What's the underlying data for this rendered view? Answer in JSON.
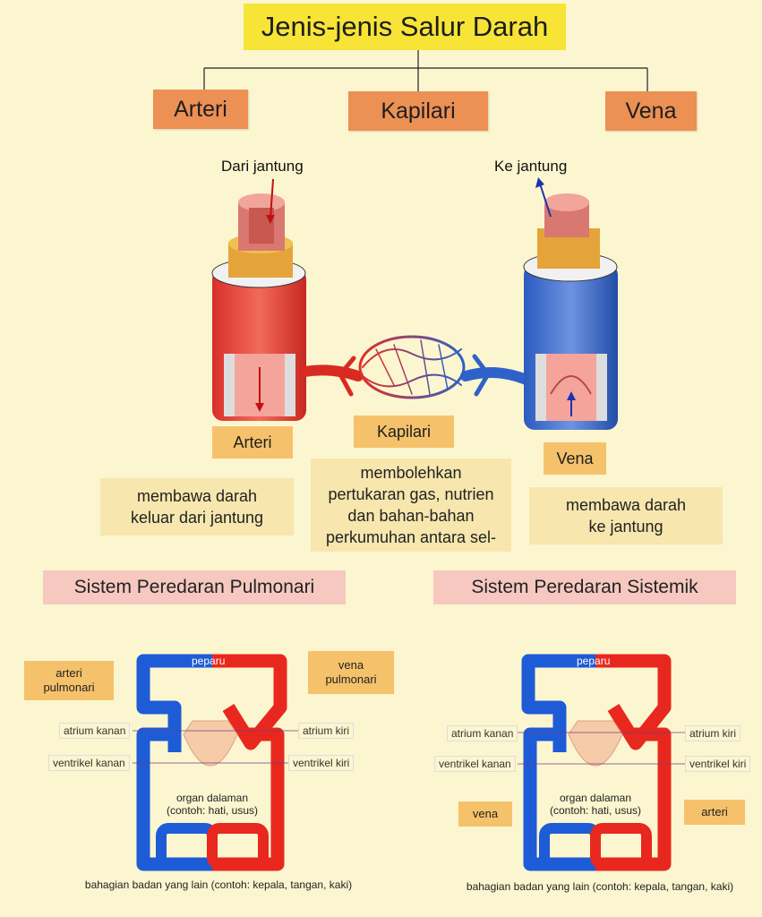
{
  "title": "Jenis-jenis Salur Darah",
  "categories": {
    "arteri": "Arteri",
    "kapilari": "Kapilari",
    "vena": "Vena"
  },
  "flow": {
    "from_heart": "Dari jantung",
    "to_heart": "Ke jantung"
  },
  "vessel_tags": {
    "arteri": "Arteri",
    "kapilari": "Kapilari",
    "vena": "Vena"
  },
  "descriptions": {
    "arteri": [
      "membawa darah",
      "keluar dari jantung"
    ],
    "kapilari": [
      "membolehkan",
      "pertukaran gas, nutrien",
      "dan bahan-bahan",
      "perkumuhan antara sel-"
    ],
    "vena": [
      "membawa darah",
      "ke jantung"
    ]
  },
  "systems": {
    "pulmonari": {
      "title": "Sistem Peredaran Pulmonari",
      "top_label": "peparu",
      "tags": {
        "left": [
          "arteri",
          "pulmonari"
        ],
        "right": [
          "vena",
          "pulmonari"
        ]
      },
      "labels": {
        "atrium_kanan": "atrium kanan",
        "ventrikel_kanan": "ventrikel kanan",
        "atrium_kiri": "atrium kiri",
        "ventrikel_kiri": "ventrikel kiri"
      },
      "organ": [
        "organ dalaman",
        "(contoh: hati, usus)"
      ],
      "bottom": "bahagian badan yang lain (contoh: kepala, tangan, kaki)"
    },
    "sistemik": {
      "title": "Sistem Peredaran Sistemik",
      "top_label": "peparu",
      "tags": {
        "left": "vena",
        "right": "arteri"
      },
      "labels": {
        "atrium_kanan": "atrium kanan",
        "ventrikel_kanan": "ventrikel kanan",
        "atrium_kiri": "atrium kiri",
        "ventrikel_kiri": "ventrikel kiri"
      },
      "organ": [
        "organ dalaman",
        "(contoh: hati, usus)"
      ],
      "bottom": "bahagian badan yang lain (contoh: kepala, tangan, kaki)"
    }
  },
  "colors": {
    "oxygenated": "#e8281e",
    "deoxygenated": "#1e5bd6",
    "title_bg": "#f7e436",
    "category_bg": "#ec9054",
    "tag_bg": "#f5c26b",
    "desc_bg": "#f7e6ad",
    "system_title_bg": "#f6c8c0"
  }
}
